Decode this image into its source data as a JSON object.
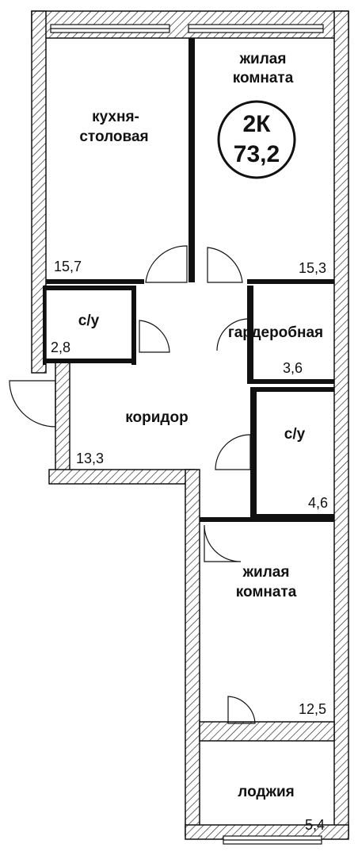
{
  "badge": {
    "type": "2К",
    "total_area": "73,2"
  },
  "rooms": [
    {
      "id": "kitchen",
      "name": [
        "кухня-",
        "столовая"
      ],
      "area": "15,7"
    },
    {
      "id": "living1",
      "name": [
        "жилая",
        "комната"
      ],
      "area": "15,3"
    },
    {
      "id": "bath1",
      "name": [
        "с/у"
      ],
      "area": "2,8"
    },
    {
      "id": "wardrobe",
      "name": [
        "гардеробная"
      ],
      "area": "3,6"
    },
    {
      "id": "corridor",
      "name": [
        "коридор"
      ],
      "area": "13,3"
    },
    {
      "id": "bath2",
      "name": [
        "с/у"
      ],
      "area": "4,6"
    },
    {
      "id": "living2",
      "name": [
        "жилая",
        "комната"
      ],
      "area": "12,5"
    },
    {
      "id": "loggia",
      "name": [
        "лоджия"
      ],
      "area": "5,4"
    }
  ]
}
